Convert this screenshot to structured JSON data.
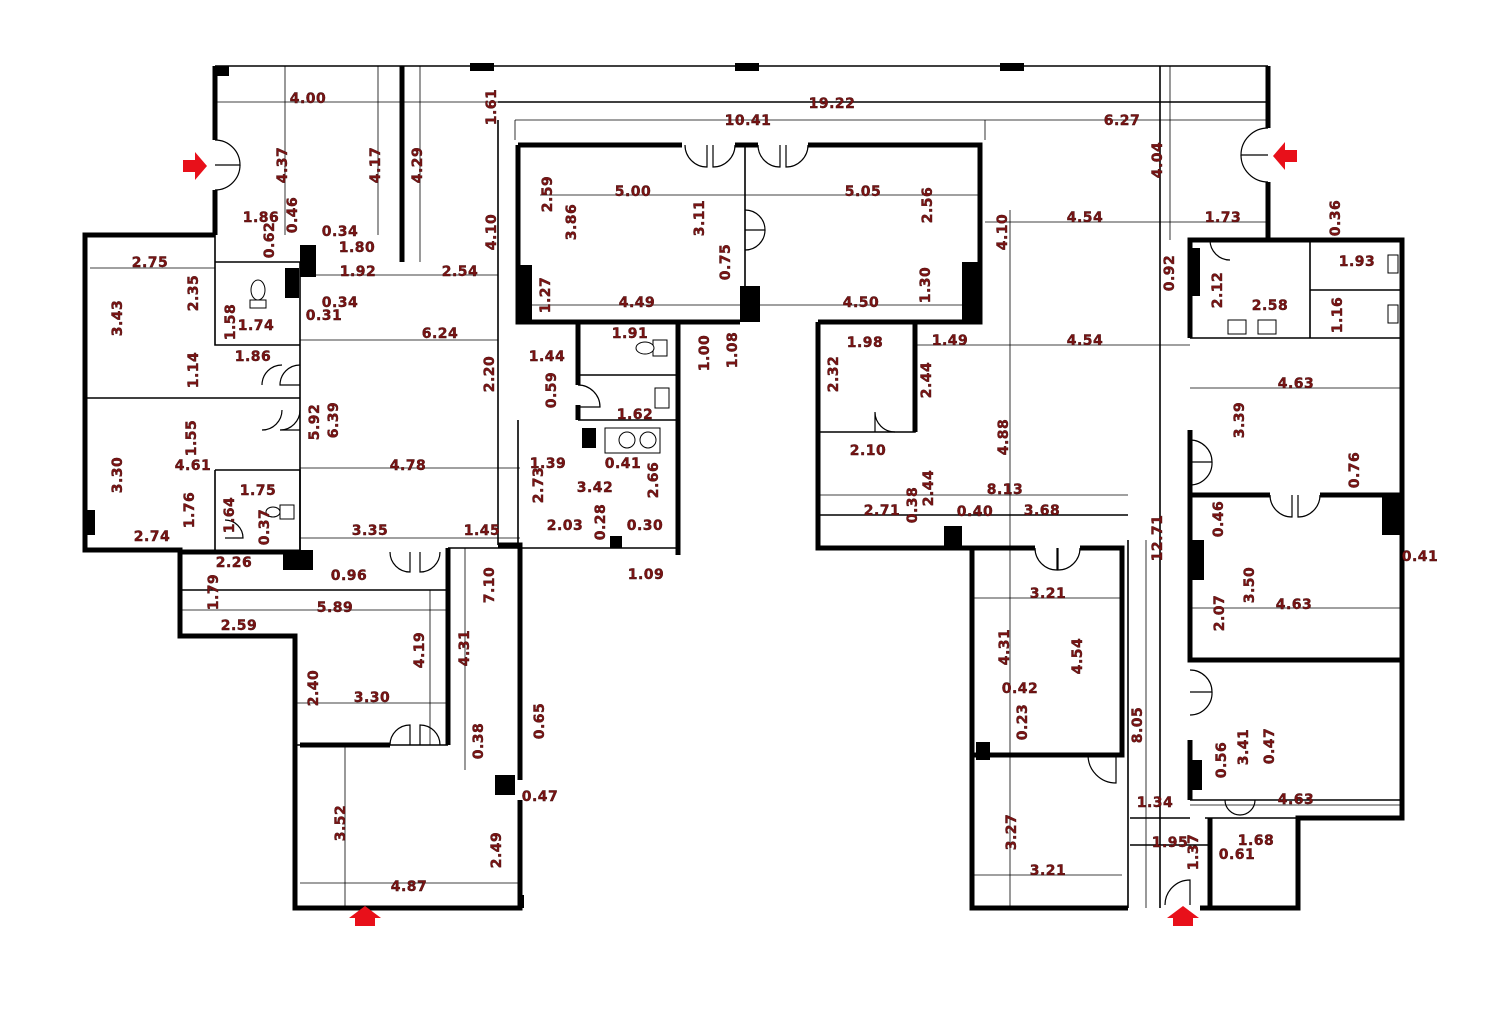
{
  "dimensions": [
    "4.00",
    "19.22",
    "1.61",
    "10.41",
    "6.27",
    "4.37",
    "4.17",
    "4.29",
    "4.10",
    "4.04",
    "2.59",
    "5.00",
    "3.86",
    "3.11",
    "5.05",
    "2.56",
    "4.10",
    "1.86",
    "0.46",
    "0.34",
    "0.62",
    "1.80",
    "2.75",
    "1.92",
    "2.54",
    "0.34",
    "2.35",
    "0.31",
    "1.74",
    "1.58",
    "3.43",
    "1.86",
    "1.14",
    "1.27",
    "4.49",
    "0.75",
    "1.30",
    "4.50",
    "4.54",
    "1.73",
    "0.36",
    "0.92",
    "1.93",
    "2.12",
    "2.58",
    "1.16",
    "6.24",
    "1.44",
    "1.91",
    "1.00",
    "1.08",
    "1.98",
    "1.49",
    "4.54",
    "2.32",
    "2.44",
    "4.63",
    "2.20",
    "0.59",
    "1.62",
    "5.92",
    "6.39",
    "1.55",
    "3.39",
    "3.30",
    "4.61",
    "4.78",
    "1.39",
    "0.41",
    "2.10",
    "4.88",
    "2.73",
    "3.42",
    "2.66",
    "0.76",
    "1.75",
    "1.64",
    "0.37",
    "1.76",
    "2.74",
    "3.35",
    "1.45",
    "2.03",
    "0.28",
    "0.30",
    "8.13",
    "0.38",
    "2.44",
    "2.71",
    "0.40",
    "3.68",
    "0.46",
    "12.71",
    "0.41",
    "2.26",
    "0.96",
    "1.09",
    "1.79",
    "5.89",
    "7.10",
    "3.21",
    "3.50",
    "2.59",
    "4.63",
    "2.07",
    "4.31",
    "4.19",
    "4.31",
    "4.54",
    "2.40",
    "0.42",
    "3.30",
    "0.23",
    "8.05",
    "0.65",
    "0.38",
    "0.56",
    "3.41",
    "0.47",
    "0.47",
    "3.52",
    "4.63",
    "1.34",
    "2.49",
    "3.27",
    "1.95",
    "1.68",
    "0.61",
    "1.37",
    "3.21",
    "4.87"
  ],
  "entrance_arrow_color": "#e8101a",
  "label_color": "#7a1414",
  "wall_color": "#000000"
}
